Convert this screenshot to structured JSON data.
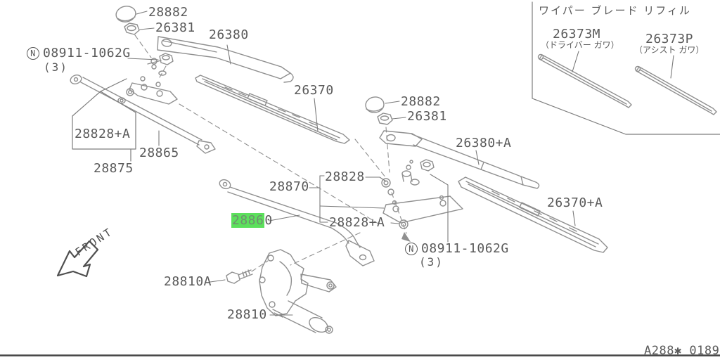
{
  "figure": {
    "drawing_code": "A288✱ 0189",
    "front_indicator": "FRONT"
  },
  "refill_section": {
    "title": "ワイパー ブレード リフィル",
    "items": [
      {
        "part": "26373M",
        "note": "（ドライバー ガワ）"
      },
      {
        "part": "26373P",
        "note": "（アシスト ガワ）"
      }
    ]
  },
  "parts": {
    "cap_left": "28882",
    "nut_left": "26381",
    "arm_left": "26380",
    "blade_left": "26370",
    "pivot_nut_left": {
      "prefix": "N",
      "number": "08911-1062G",
      "qty": "(3)"
    },
    "seal_left": "28828+A",
    "link_rod": "28865",
    "pivot_left": "28875",
    "cap_right": "28882",
    "nut_right": "26381",
    "arm_right": "26380+A",
    "blade_right": "26370+A",
    "linkage_assembly": "28870",
    "seal_upper": "28828",
    "seal_lower": "28828+A",
    "pivot_nut_right": {
      "prefix": "N",
      "number": "08911-1062G",
      "qty": "(3)"
    },
    "drive_rod": {
      "highlight": "2886",
      "rest": "0"
    },
    "motor_bolt": "28810A",
    "motor": "28810"
  },
  "colors": {
    "highlight_green": "#5ce05c",
    "line_gray": "#8f8f8f",
    "text_gray": "#5a5a5a"
  }
}
